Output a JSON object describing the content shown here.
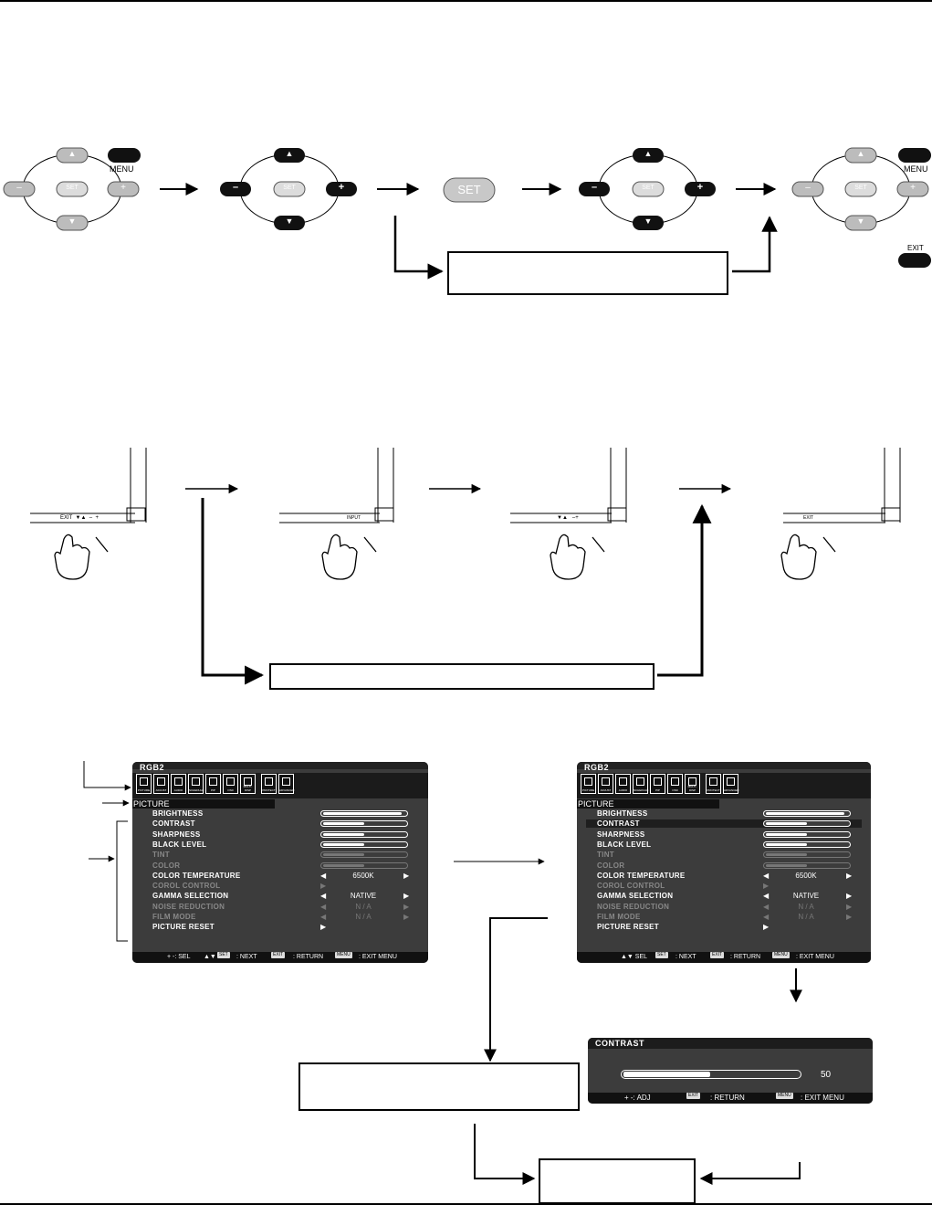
{
  "remote": {
    "menu_label": "MENU",
    "exit_label": "EXIT",
    "set_label": "SET",
    "minus_label": "–",
    "plus_label": "+",
    "up_label": "▲",
    "down_label": "▼"
  },
  "monitor_panel": {
    "panel1_text": "EXIT  ▼▲  –  +",
    "panel2_text": "INPUT",
    "panel3_text": "▼▲   –+",
    "panel4_text": "EXIT"
  },
  "osd": {
    "source": "RGB2",
    "section": "PICTURE",
    "icons": [
      "PICTURE",
      "ADJUST",
      "AUDIO",
      "SCHEDULE",
      "PIP",
      "OSD",
      "MULTI-DISP",
      "PROTECT",
      "ADVANCED"
    ],
    "items": [
      {
        "label": "BRIGHTNESS",
        "type": "bar",
        "level": 0.95,
        "enabled": true
      },
      {
        "label": "CONTRAST",
        "type": "bar",
        "level": 0.5,
        "enabled": true
      },
      {
        "label": "SHARPNESS",
        "type": "bar",
        "level": 0.5,
        "enabled": true
      },
      {
        "label": "BLACK LEVEL",
        "type": "bar",
        "level": 0.5,
        "enabled": true
      },
      {
        "label": "TINT",
        "type": "bar",
        "level": 0.5,
        "enabled": false
      },
      {
        "label": "COLOR",
        "type": "bar",
        "level": 0.5,
        "enabled": false
      },
      {
        "label": "COLOR TEMPERATURE",
        "type": "select",
        "value": "6500K",
        "enabled": true
      },
      {
        "label": "COROL CONTROL",
        "type": "submenu",
        "enabled": false
      },
      {
        "label": "GAMMA SELECTION",
        "type": "select",
        "value": "NATIVE",
        "enabled": true
      },
      {
        "label": "NOISE REDUCTION",
        "type": "select",
        "value": "N / A",
        "enabled": false
      },
      {
        "label": "FILM MODE",
        "type": "select",
        "value": "N / A",
        "enabled": false
      },
      {
        "label": "PICTURE RESET",
        "type": "submenu",
        "enabled": true
      }
    ],
    "footer1": {
      "sel": "+ -: SEL",
      "next_keys": "▲▼",
      "next_key": "SET",
      "next": ": NEXT",
      "return_key": "EXIT",
      "return": ": RETURN",
      "exit_key": "MENU",
      "exit": ": EXIT MENU"
    },
    "footer2": {
      "sel": "▲▼  SEL",
      "next_key": "SET",
      "next": ": NEXT",
      "return_key": "EXIT",
      "return": ": RETURN",
      "exit_key": "MENU",
      "exit": ": EXIT MENU"
    }
  },
  "contrast_popup": {
    "title": "CONTRAST",
    "value": "50",
    "level": 0.5,
    "adj": "+ -: ADJ",
    "return_key": "EXIT",
    "return": ": RETURN",
    "exit_key": "MENU",
    "exit": ": EXIT MENU"
  }
}
